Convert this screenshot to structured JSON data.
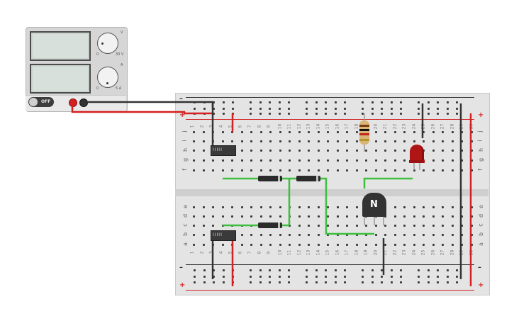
{
  "power_supply": {
    "switch_label": "OFF",
    "voltage_unit": "V",
    "current_unit": "A",
    "voltage_knob_left": "0",
    "voltage_knob_right": "30 V",
    "current_knob_left": "0",
    "current_knob_right": "5 A"
  },
  "breadboard": {
    "columns": [
      "1",
      "2",
      "3",
      "4",
      "5",
      "6",
      "7",
      "8",
      "9",
      "10",
      "11",
      "12",
      "13",
      "14",
      "15",
      "16",
      "17",
      "18",
      "19",
      "20",
      "21",
      "22",
      "23",
      "24",
      "25",
      "26",
      "27",
      "28",
      "29",
      "30"
    ],
    "top_rows": [
      "j",
      "i",
      "h",
      "g",
      "f"
    ],
    "bottom_rows": [
      "e",
      "d",
      "c",
      "b",
      "a"
    ],
    "rail_minus": "–",
    "rail_plus": "+"
  },
  "components": {
    "transistor_label": "N",
    "slide_switch_label": "IIIII"
  },
  "colors": {
    "black_wire": "#333333",
    "red_wire": "#d42020",
    "green_wire": "#3fbf3f",
    "led": "#b01515",
    "breadboard": "#e4e4e4"
  }
}
